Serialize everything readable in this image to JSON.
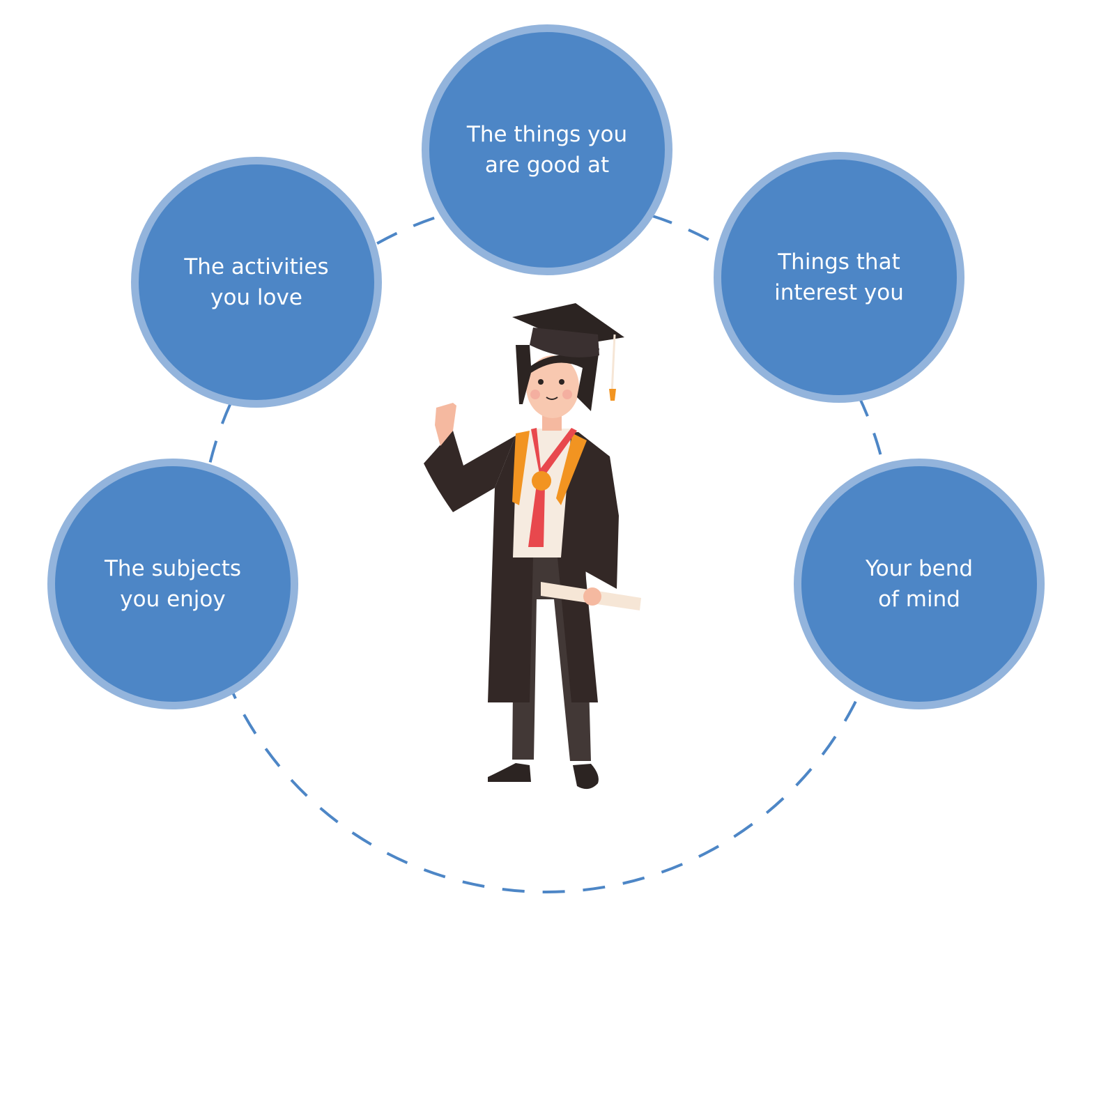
{
  "colors": {
    "circle_fill": "#4d86c6",
    "circle_ring": "#93b4dc",
    "dash": "#4d86c6"
  },
  "bubbles": [
    {
      "id": "good-at",
      "lines": [
        "The things you",
        "are good at"
      ]
    },
    {
      "id": "activities",
      "lines": [
        "The activities",
        "you love"
      ]
    },
    {
      "id": "interest",
      "lines": [
        "Things that",
        "interest you"
      ]
    },
    {
      "id": "subjects",
      "lines": [
        "The subjects",
        "you enjoy"
      ]
    },
    {
      "id": "bend",
      "lines": [
        "Your bend",
        "of mind"
      ]
    }
  ],
  "illustration": "graduate-student"
}
